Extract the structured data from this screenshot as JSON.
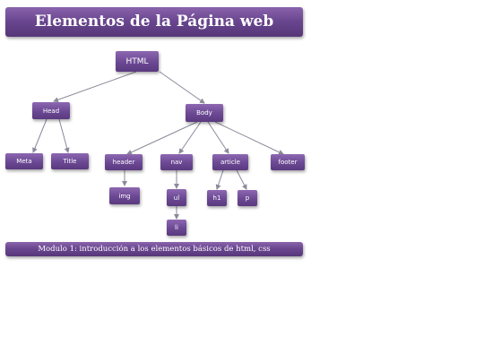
{
  "header": {
    "title": "Elementos de la Página web"
  },
  "footer": {
    "caption": "Modulo 1: introducción a los elementos básicos de html, css"
  },
  "tree": {
    "root": "HTML",
    "head": "Head",
    "body": "Body",
    "meta": "Meta",
    "title": "Title",
    "header": "header",
    "nav": "nav",
    "article": "article",
    "footer": "footer",
    "img": "img",
    "ul": "ul",
    "li": "li",
    "h1": "h1",
    "p": "p"
  },
  "colors": {
    "node_fill": "#6b4893",
    "connector": "#8a8a9a"
  }
}
